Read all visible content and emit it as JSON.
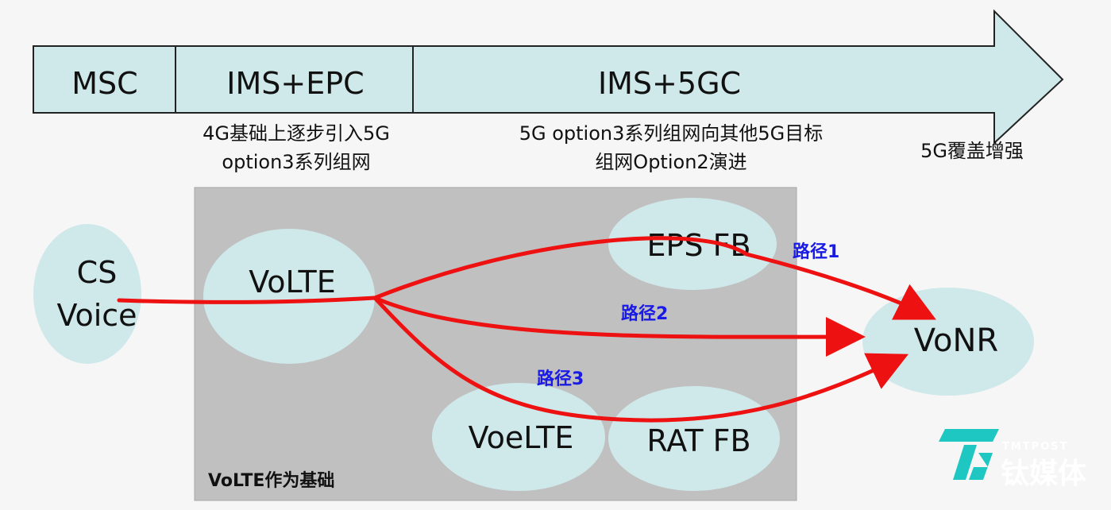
{
  "colors": {
    "bubble_fill": "#cfe8ea",
    "arrow_fill": "#cfe8ea",
    "panel_fill": "#c0c0c0",
    "path_red": "#ee1111",
    "path_label_blue": "#1a1ae6",
    "text_dark": "#111111",
    "logo_teal": "#1ec7c2"
  },
  "timeline": {
    "stages": [
      {
        "label": "MSC"
      },
      {
        "label": "IMS+EPC"
      },
      {
        "label": "IMS+5GC"
      }
    ],
    "notes": [
      {
        "lines": [
          "4G基础上逐步引入5G",
          "option3系列组网"
        ]
      },
      {
        "lines": [
          "5G option3系列组网向其他5G目标",
          "组网Option2演进"
        ]
      },
      {
        "lines": [
          "5G覆盖增强"
        ]
      }
    ]
  },
  "panel": {
    "label": "VoLTE作为基础"
  },
  "nodes": {
    "cs_voice": [
      "CS",
      "Voice"
    ],
    "volte": "VoLTE",
    "eps_fb": "EPS FB",
    "voelte": "VoeLTE",
    "rat_fb": "RAT FB",
    "vonr": "VoNR"
  },
  "paths": [
    {
      "label": "路径1"
    },
    {
      "label": "路径2"
    },
    {
      "label": "路径3"
    }
  ],
  "watermark": {
    "brand_en": "TMTPOST",
    "brand_cn": "钛媒体",
    "logo_icon": "tmtpost-logo-icon"
  }
}
